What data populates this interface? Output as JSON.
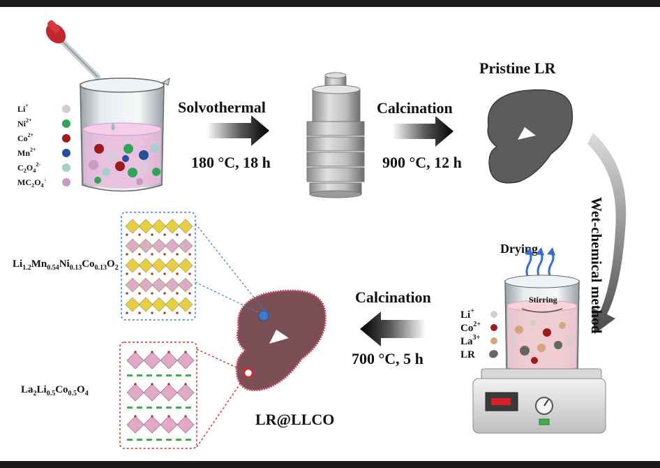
{
  "legend_top": {
    "ions": [
      {
        "symbol": "Li",
        "charge": "+",
        "color": "#d9c9d9"
      },
      {
        "symbol": "Ni",
        "charge": "2+",
        "color": "#2fa55a"
      },
      {
        "symbol": "Co",
        "charge": "2+",
        "color": "#9c1c1c"
      },
      {
        "symbol": "Mn",
        "charge": "2+",
        "color": "#254e9c"
      },
      {
        "symbol": "C2O4",
        "charge": "2-",
        "color": "#9fd0cf"
      },
      {
        "symbol": "MC2O4",
        "charge": "↓",
        "color": "#c59cc0"
      }
    ]
  },
  "steps": {
    "step1": {
      "name": "Solvothermal",
      "condition": "180 °C, 18 h"
    },
    "step2": {
      "name": "Calcination",
      "condition": "900 °C, 12 h"
    },
    "step3": {
      "name": "Wet-chemical method"
    },
    "step4": {
      "name": "Calcination",
      "condition": "700 °C, 5 h"
    }
  },
  "products": {
    "pristine": "Pristine LR",
    "coated": "LR@LLCO"
  },
  "beaker2": {
    "drying": "Drying",
    "stirring": "Stirring",
    "legend": [
      {
        "symbol": "Li",
        "charge": "+",
        "color": "#cfcfcf"
      },
      {
        "symbol": "Co",
        "charge": "2+",
        "color": "#9c1c1c"
      },
      {
        "symbol": "La",
        "charge": "3+",
        "color": "#d6a57a"
      },
      {
        "symbol": "LR",
        "charge": "",
        "color": "#666666"
      }
    ]
  },
  "structures": {
    "bulk": {
      "formula": "Li1.2Mn0.54Ni0.13Co0.13O2"
    },
    "coating": {
      "formula": "La2Li0.5Co0.5O4"
    }
  }
}
